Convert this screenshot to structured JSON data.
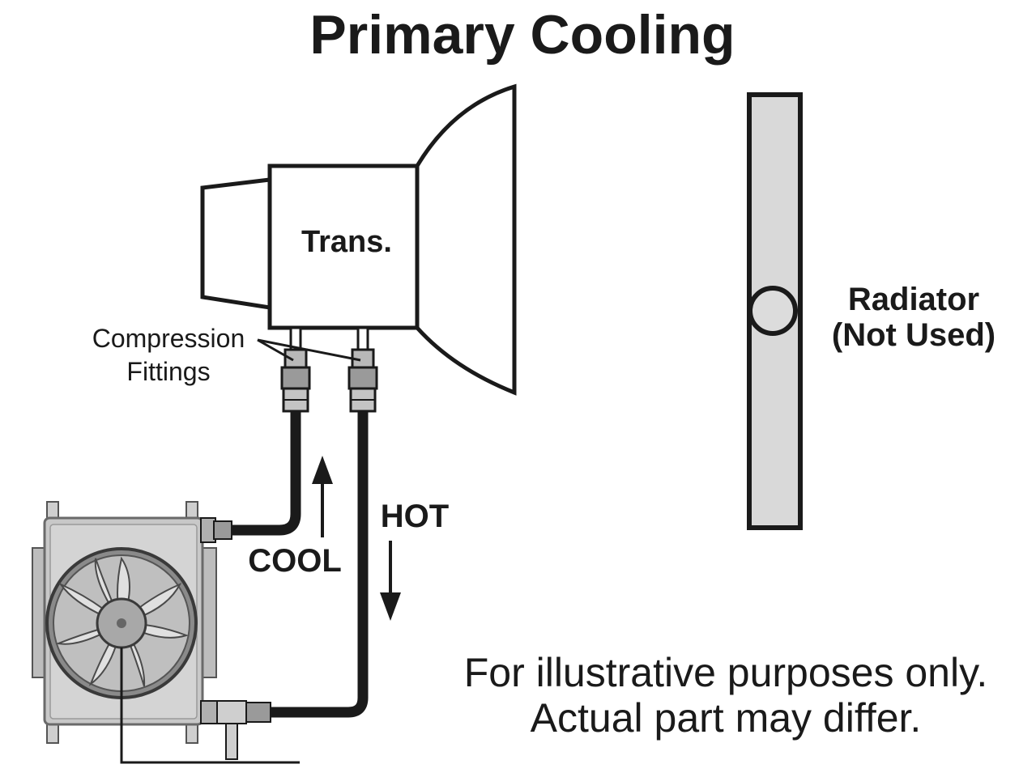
{
  "title": "Primary Cooling",
  "labels": {
    "trans": "Trans.",
    "radiator_line1": "Radiator",
    "radiator_line2": "(Not Used)",
    "compression_line1": "Compression",
    "compression_line2": "Fittings",
    "cool": "COOL",
    "hot": "HOT",
    "disclaimer_line1": "For illustrative purposes only.",
    "disclaimer_line2": "Actual part may differ."
  },
  "colors": {
    "ink": "#1a1a1a",
    "radiator_fill": "#d9d9d9",
    "cooler_fill": "#c8c8c8",
    "hose": "#1a1a1a"
  }
}
